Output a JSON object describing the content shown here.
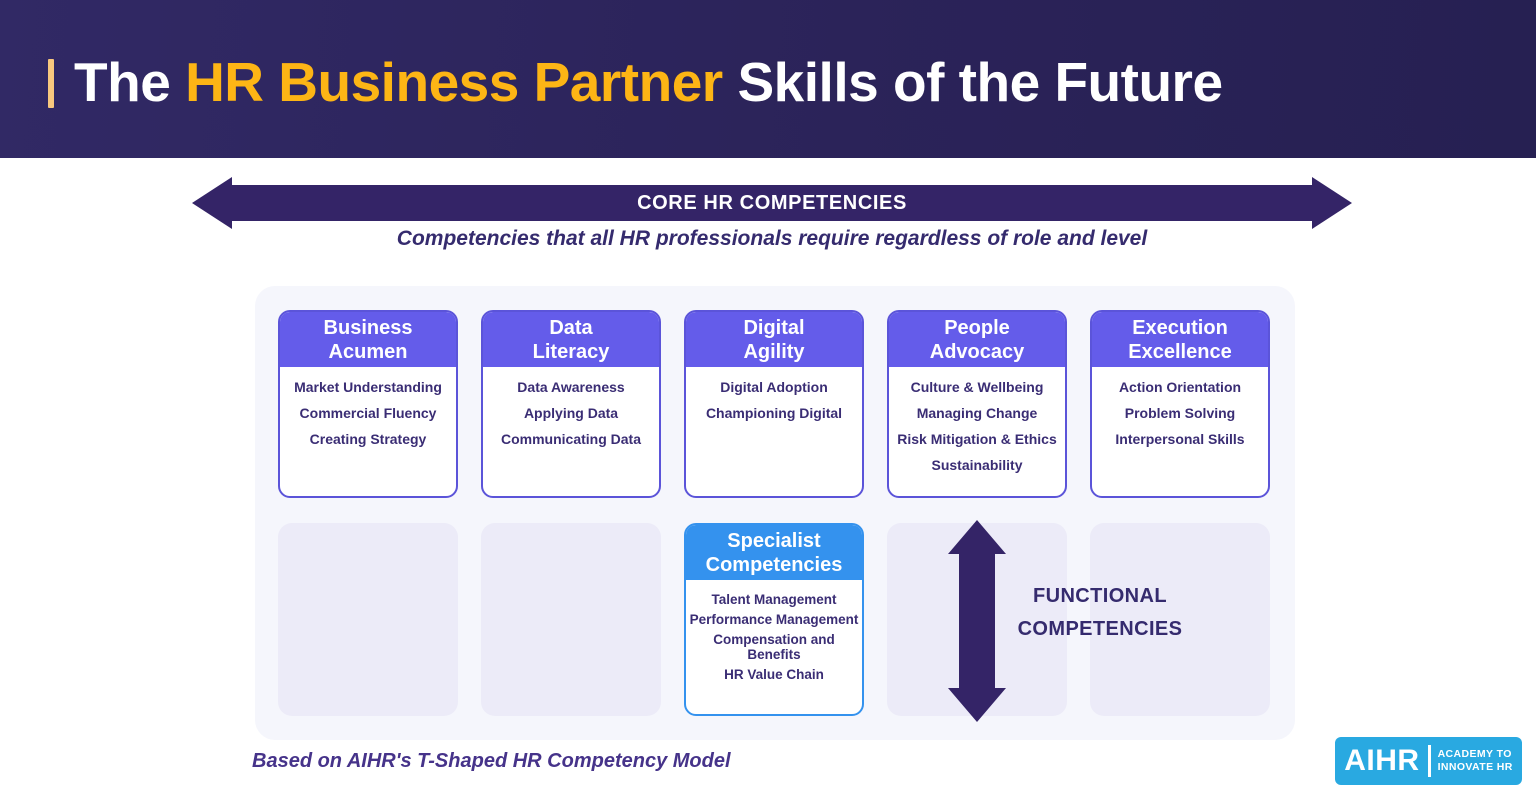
{
  "header": {
    "title_prefix": "The ",
    "title_highlight": "HR Business Partner",
    "title_suffix": " Skills of the Future"
  },
  "core": {
    "arrow_label": "CORE HR COMPETENCIES",
    "subtitle": "Competencies that all HR professionals require regardless of role and level"
  },
  "matrix": {
    "core_cards": [
      {
        "title": "Business\nAcumen",
        "items": [
          "Market Understanding",
          "Commercial Fluency",
          "Creating Strategy"
        ]
      },
      {
        "title": "Data\nLiteracy",
        "items": [
          "Data Awareness",
          "Applying Data",
          "Communicating Data"
        ]
      },
      {
        "title": "Digital\nAgility",
        "items": [
          "Digital Adoption",
          "Championing Digital"
        ]
      },
      {
        "title": "People\nAdvocacy",
        "items": [
          "Culture & Wellbeing",
          "Managing Change",
          "Risk Mitigation & Ethics",
          "Sustainability"
        ]
      },
      {
        "title": "Execution\nExcellence",
        "items": [
          "Action Orientation",
          "Problem Solving",
          "Interpersonal Skills"
        ]
      }
    ],
    "specialist_card": {
      "title": "Specialist\nCompetencies",
      "items": [
        "Talent Management",
        "Performance Management",
        "Compensation and Benefits",
        "HR Value Chain"
      ]
    },
    "functional_label_line1": "FUNCTIONAL",
    "functional_label_line2": "COMPETENCIES"
  },
  "footer": {
    "caption": "Based on AIHR's T-Shaped HR Competency Model"
  },
  "logo": {
    "name": "AIHR",
    "tagline_line1": "ACADEMY TO",
    "tagline_line2": "INNOVATE HR"
  },
  "colors": {
    "band_dark_indigo": "#2B2359",
    "title_highlight_orange": "#FDB515",
    "accent_bar_orange": "#F8C87E",
    "arrow_dark_purple": "#342467",
    "card_header_purple": "#645CEA",
    "card_border_purple": "#5B54D9",
    "item_text_purple": "#3A2D74",
    "specialist_blue": "#3492EE",
    "panel_background": "#F5F6FC",
    "placeholder_background": "#ECEBF8",
    "logo_blue": "#29A9E1",
    "caption_purple": "#46338A"
  }
}
